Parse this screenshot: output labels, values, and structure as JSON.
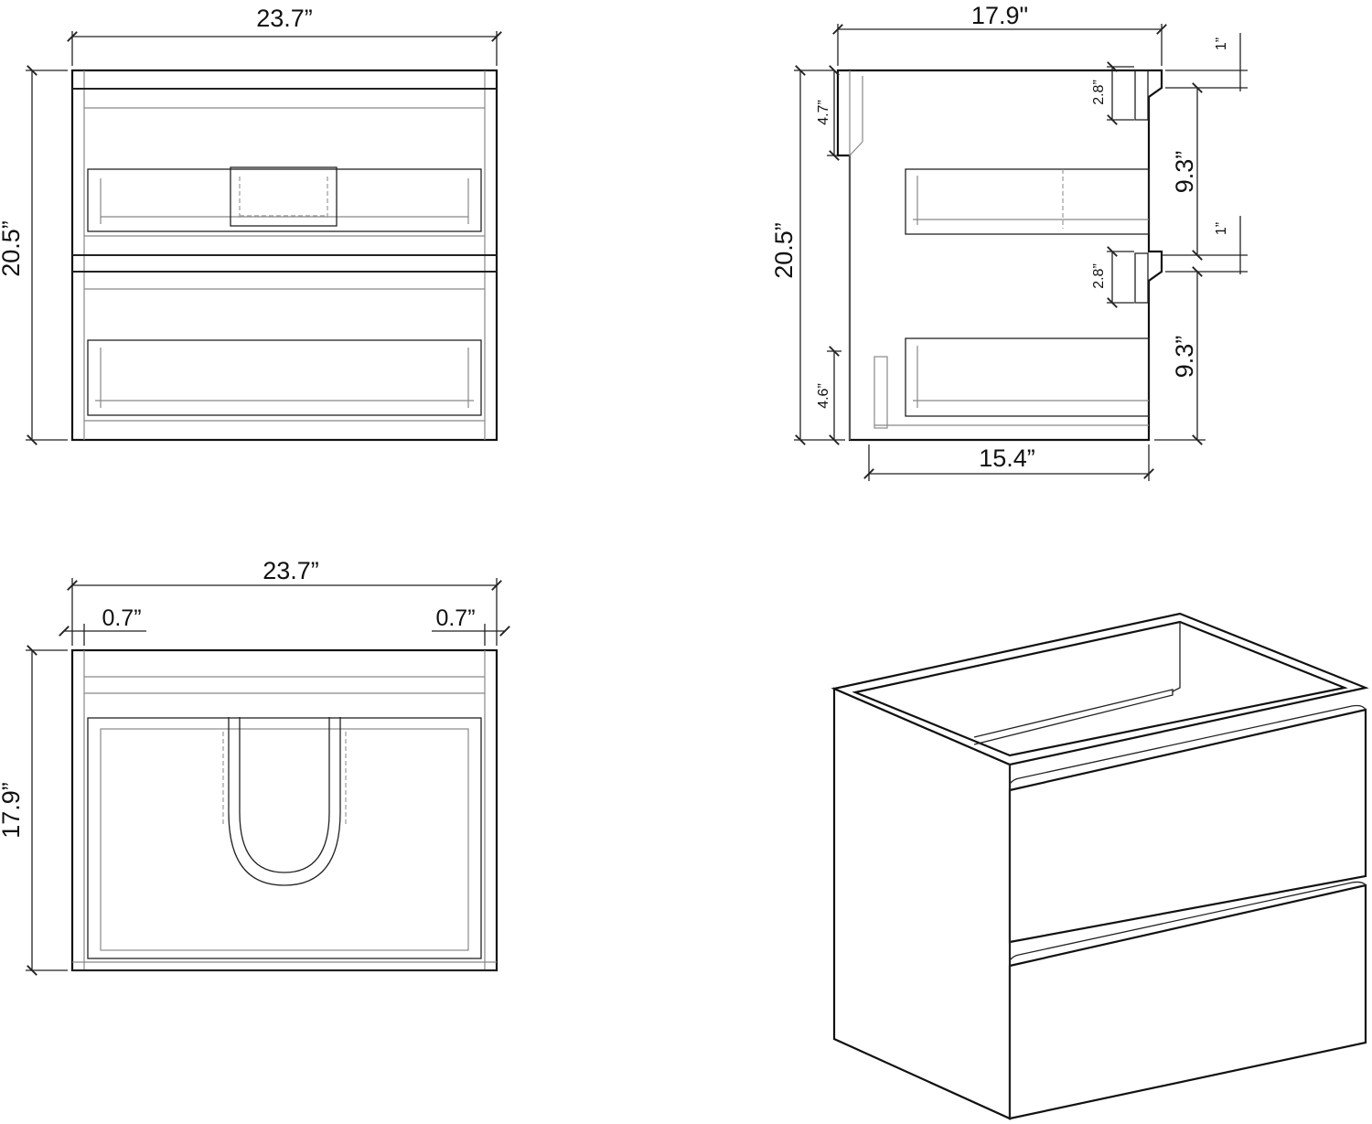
{
  "front_view": {
    "width_label": "23.7”",
    "height_label": "20.5”"
  },
  "side_view": {
    "depth_label": "17.9\"",
    "height_label": "20.5”",
    "inner_depth_label": "15.4”",
    "top_gap_label": "4.7”",
    "bottom_gap_label": "4.6”",
    "handle_height_top_label": "2.8”",
    "handle_height_bottom_label": "2.8”",
    "drawer_height_top_label": "9.3”",
    "drawer_height_bottom_label": "9.3”",
    "top_offset_label": "1”",
    "mid_offset_label": "1”"
  },
  "top_view": {
    "width_label": "23.7”",
    "depth_label": "17.9”",
    "left_side_label": "0.7”",
    "right_side_label": "0.7”"
  }
}
